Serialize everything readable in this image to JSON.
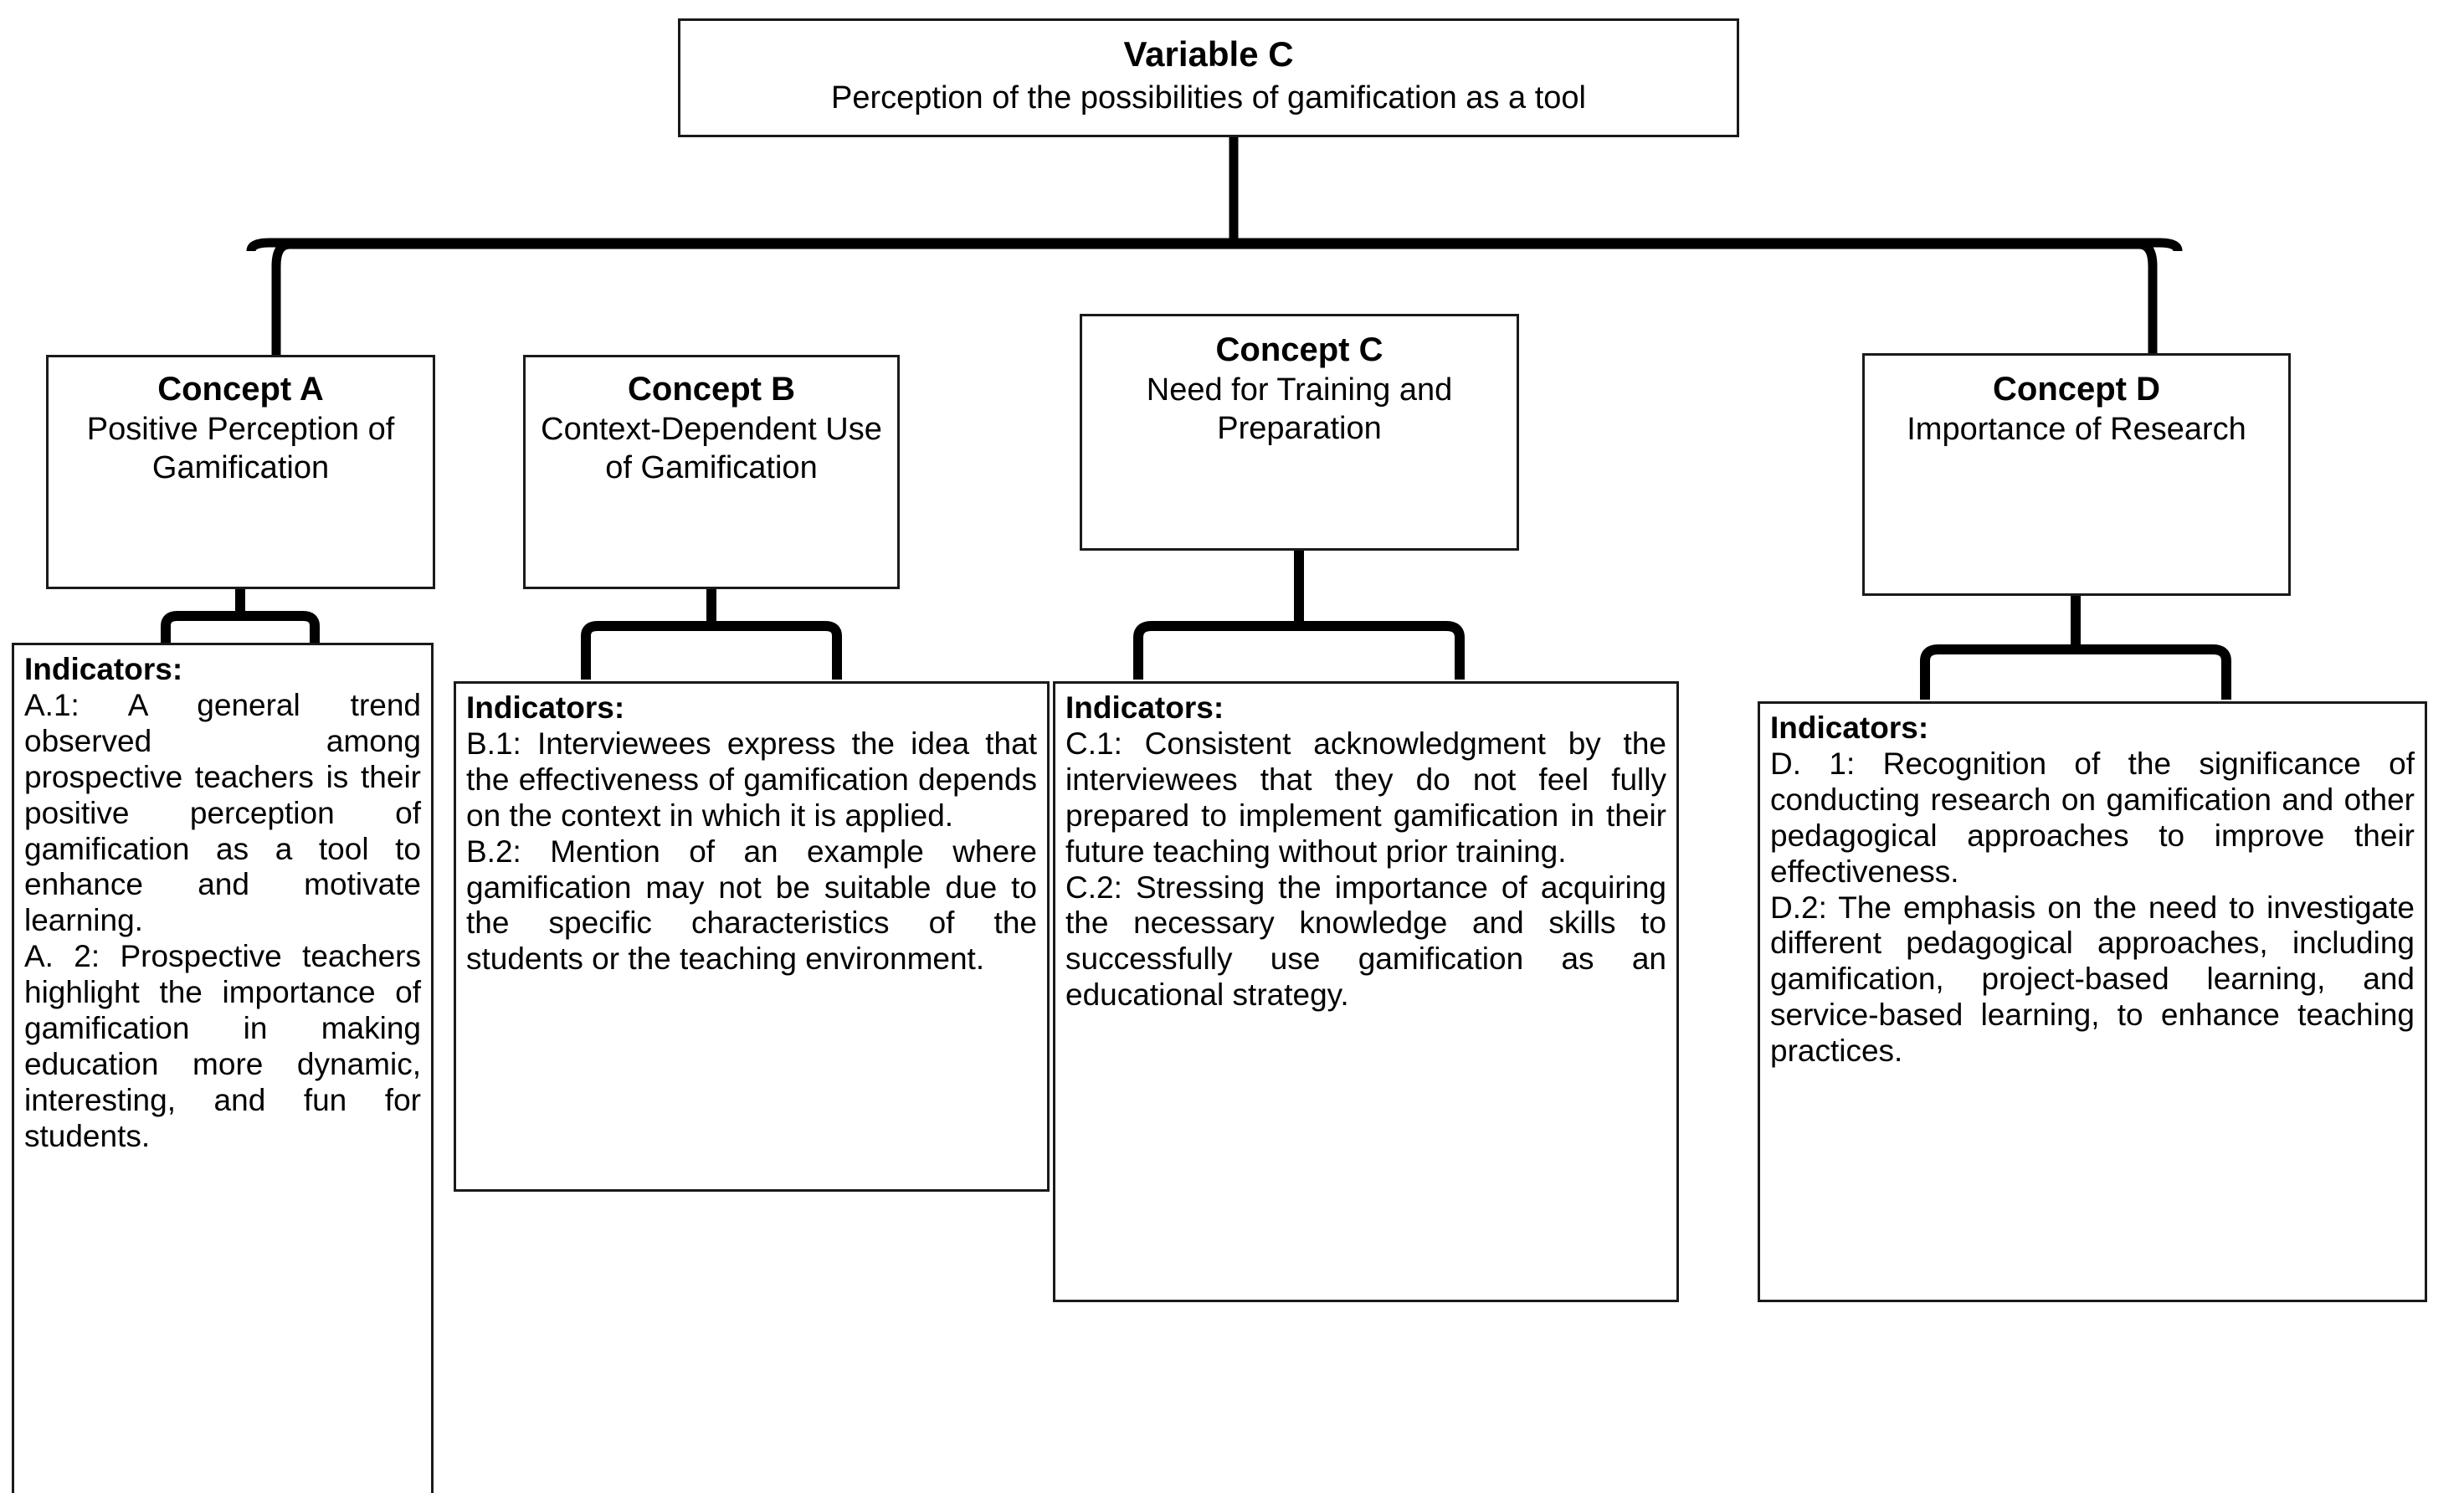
{
  "diagram": {
    "title": "Variable C concept map",
    "root": {
      "title": "Variable C",
      "subtitle": "Perception of the possibilities of gamification as a tool"
    },
    "concepts": [
      {
        "id": "A",
        "title": "Concept A",
        "subtitle": "Positive Perception of Gamification",
        "indicators": {
          "heading": "Indicators:",
          "items": [
            "A.1: A general trend observed among prospective teachers is their positive perception of gamification as a tool to enhance and motivate learning.",
            "A. 2: Prospective teachers highlight the importance of gamification in making education more dynamic, interesting, and fun for students."
          ]
        }
      },
      {
        "id": "B",
        "title": "Concept B",
        "subtitle": "Context-Dependent Use of Gamification",
        "indicators": {
          "heading": "Indicators:",
          "items": [
            "B.1: Interviewees express the idea that the effectiveness of gamification depends on the context in which it is applied.",
            "B.2: Mention of an example where gamification may not be suitable due to the specific characteristics of the students or the teaching environment."
          ]
        }
      },
      {
        "id": "C",
        "title": "Concept C",
        "subtitle": "Need for Training and Preparation",
        "indicators": {
          "heading": "Indicators:",
          "items": [
            "C.1: Consistent acknowledgment by the interviewees that they do not feel fully prepared to implement gamification in their future teaching without prior training.",
            "C.2: Stressing the importance of acquiring the necessary knowledge and skills to successfully use gamification as an educational strategy."
          ]
        }
      },
      {
        "id": "D",
        "title": "Concept D",
        "subtitle": "Importance of Research",
        "indicators": {
          "heading": "Indicators:",
          "items": [
            "D. 1: Recognition of the significance of conducting research on gamification and other pedagogical approaches to improve their effectiveness.",
            "D.2: The emphasis on the need to investigate different pedagogical approaches, including gamification, project-based learning, and service-based learning, to enhance teaching practices."
          ]
        }
      }
    ],
    "colors": {
      "stroke": "#000000",
      "border": "#1a1a1a",
      "background": "#ffffff"
    }
  }
}
